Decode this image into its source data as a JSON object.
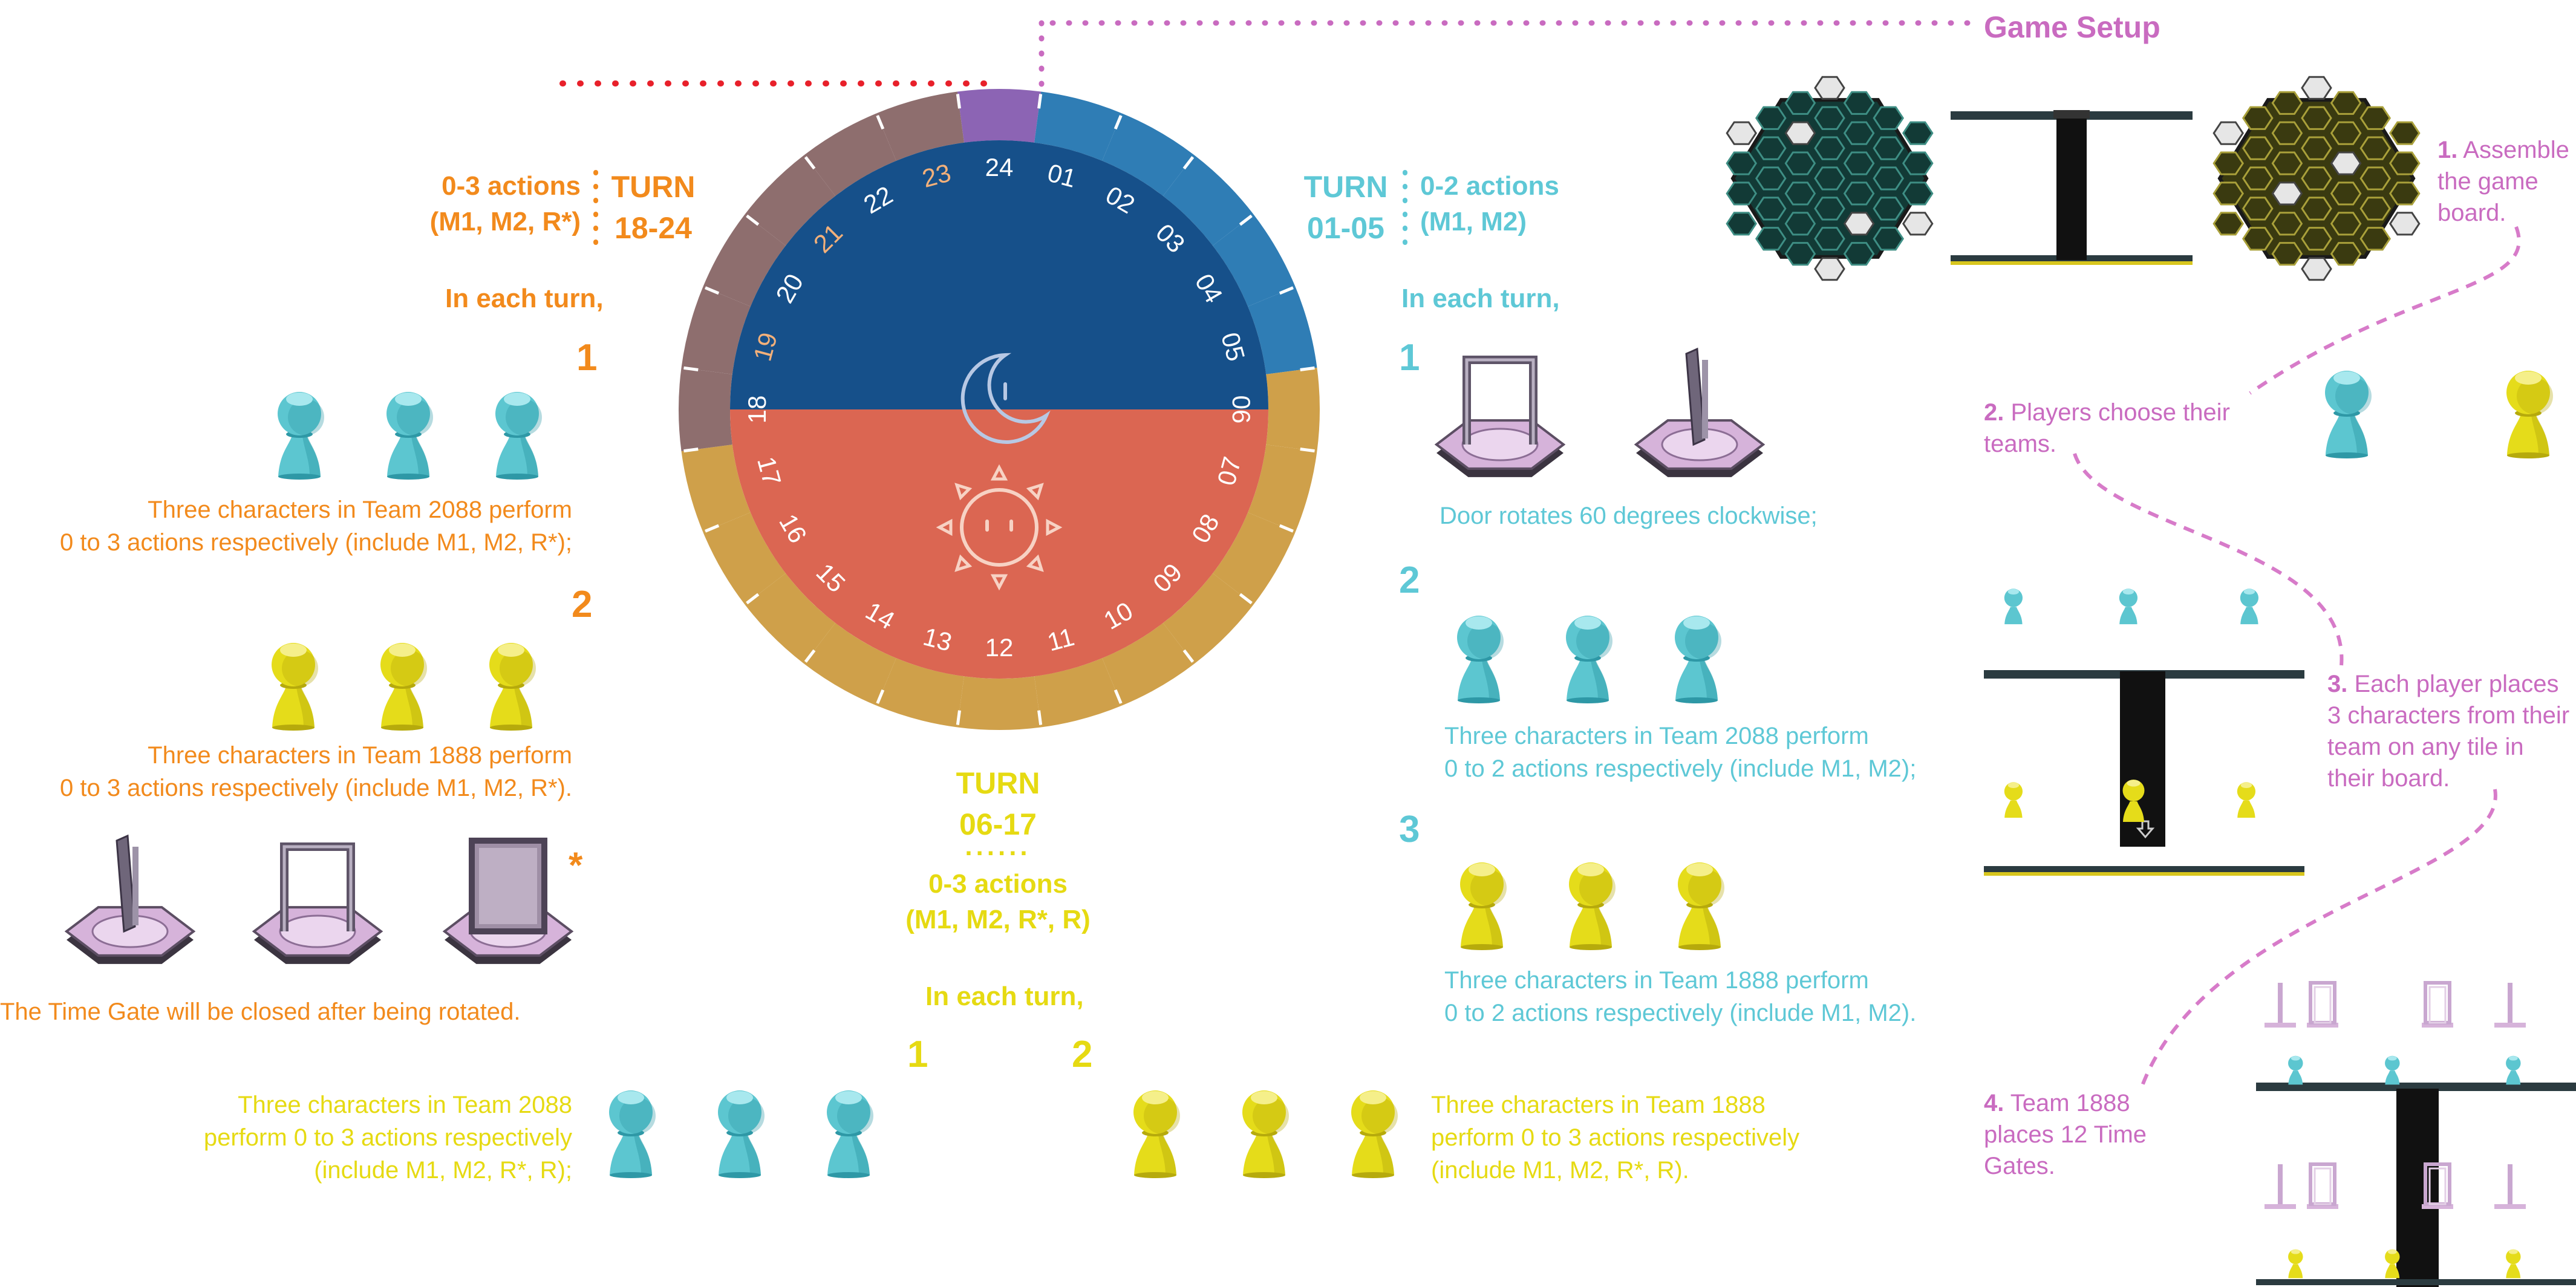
{
  "game_setup": {
    "title": "Game Setup",
    "steps": [
      {
        "num": "1.",
        "text": "Assemble the game board."
      },
      {
        "num": "2.",
        "text": "Players choose their teams."
      },
      {
        "num": "3.",
        "text": "Each player places 3 characters from their team on any tile in their board."
      },
      {
        "num": "4.",
        "text": "Team 1888 places 12 Time Gates."
      }
    ]
  },
  "dial": {
    "numbers": [
      "24",
      "01",
      "02",
      "03",
      "04",
      "05",
      "06",
      "07",
      "08",
      "09",
      "10",
      "11",
      "12",
      "13",
      "14",
      "15",
      "16",
      "17",
      "18",
      "19",
      "20",
      "21",
      "22",
      "23"
    ],
    "colors": {
      "night": "#16508A",
      "day": "#DB6652",
      "ring_morning": "#2F7DB5",
      "ring_evening": "#8E6E6E",
      "ring_day": "#CFA04A",
      "marker": "#8C64B4"
    }
  },
  "left": {
    "turn_actions": "0-3 actions",
    "turn_actions_detail": "(M1, M2, R*)",
    "turn_label": "TURN",
    "turn_range": "18-24",
    "in_each_turn": "In each turn,",
    "step1_num": "1",
    "step1_text_a": "Three characters in Team 2088 perform",
    "step1_text_b": "0 to 3 actions respectively (include M1, M2, R*);",
    "step2_num": "2",
    "step2_text_a": "Three characters in Team 1888 perform",
    "step2_text_b": "0 to 3 actions respectively (include M1, M2, R*).",
    "asterisk": "*",
    "gate_note": "The Time Gate will be closed after being rotated."
  },
  "right": {
    "turn_label": "TURN",
    "turn_range": "01-05",
    "turn_actions": "0-2 actions",
    "turn_actions_detail": "(M1, M2)",
    "in_each_turn": "In each turn,",
    "step1_num": "1",
    "step1_text": "Door rotates 60 degrees clockwise;",
    "step2_num": "2",
    "step2_text_a": "Three characters in Team 2088 perform",
    "step2_text_b": "0 to 2 actions respectively (include M1, M2);",
    "step3_num": "3",
    "step3_text_a": "Three characters in Team 1888 perform",
    "step3_text_b": "0 to 2 actions respectively (include M1, M2)."
  },
  "bottom": {
    "turn_label": "TURN",
    "turn_range": "06-17",
    "dots": "......",
    "turn_actions": "0-3 actions",
    "turn_actions_detail": "(M1, M2, R*, R)",
    "in_each_turn": "In each turn,",
    "step1_num": "1",
    "step2_num": "2",
    "step1_text_a": "Three characters in Team 2088",
    "step1_text_b": "perform 0 to 3 actions respectively",
    "step1_text_c": "(include M1, M2, R*, R);",
    "step2_text_a": "Three characters in Team 1888",
    "step2_text_b": "perform 0 to 3 actions respectively",
    "step2_text_c": "(include M1, M2, R*, R)."
  }
}
